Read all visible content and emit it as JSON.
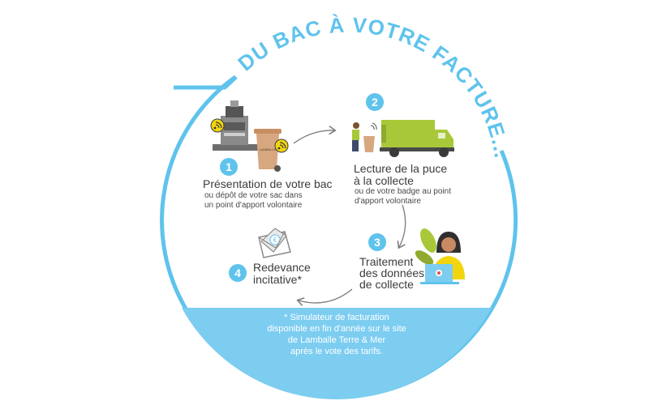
{
  "title": "DU BAC À VOTRE FACTURE...",
  "colors": {
    "accent": "#5fc3ec",
    "band": "#7dcdf1",
    "lime": "#a8c83a",
    "bin": "#d7a77f",
    "yellow": "#f2d50f",
    "text": "#4a4a4a"
  },
  "steps": [
    {
      "number": "1",
      "label": "Présentation de votre bac",
      "sub": [
        "ou dépôt de votre sac dans",
        "un point d'apport volontaire"
      ]
    },
    {
      "number": "2",
      "label": [
        "Lecture de la puce",
        "à la collecte"
      ],
      "sub": [
        "ou de votre badge au point",
        "d'apport volontaire"
      ]
    },
    {
      "number": "3",
      "label": [
        "Traitement",
        "des données",
        "de collecte"
      ]
    },
    {
      "number": "4",
      "label": [
        "Redevance",
        "incitative*"
      ]
    }
  ],
  "bin_brand": "LAMBALLE",
  "footnote": [
    "* Simulateur de facturation",
    "disponible en fin d'année sur le site",
    "de Lamballe Terre & Mer",
    "après le vote des tarifs."
  ],
  "icons": {
    "rfid": "rfid-signal-icon",
    "envelope": "euro-envelope-icon",
    "laptop": "laptop-icon"
  }
}
